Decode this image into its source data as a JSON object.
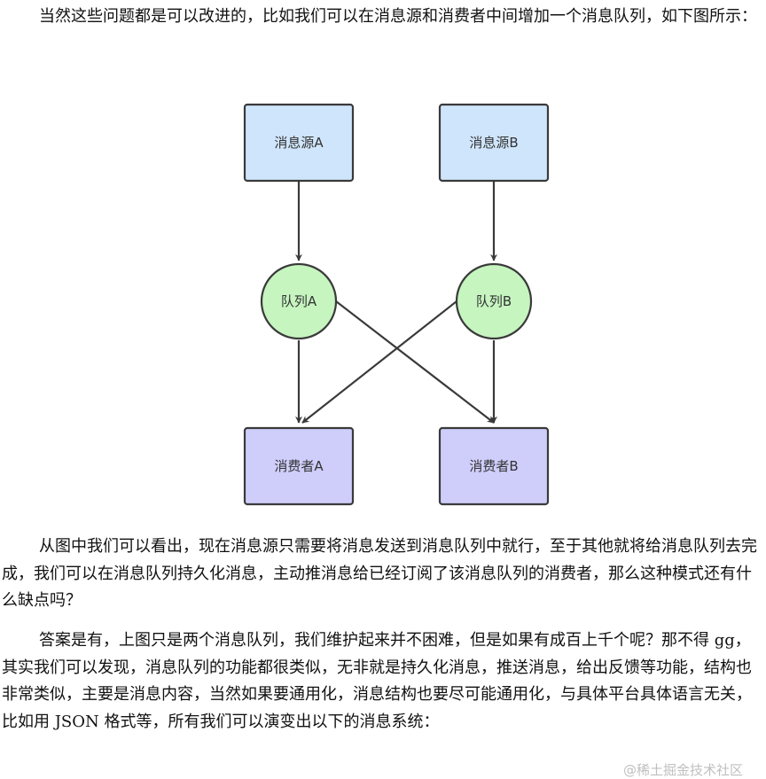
{
  "paragraphs": {
    "p1": "当然这些问题都是可以改进的，比如我们可以在消息源和消费者中间增加一个消息队列，如下图所示：",
    "p2": "从图中我们可以看出，现在消息源只需要将消息发送到消息队列中就行，至于其他就将给消息队列去完成，我们可以在消息队列持久化消息，主动推消息给已经订阅了该消息队列的消费者，那么这种模式还有什么缺点吗？",
    "p3": "答案是有，上图只是两个消息队列，我们维护起来并不困难，但是如果有成百上千个呢？那不得 gg，其实我们可以发现，消息队列的功能都很类似，无非就是持久化消息，推送消息，给出反馈等功能，结构也非常类似，主要是消息内容，当然如果要通用化，消息结构也要尽可能通用化，与具体平台具体语言无关，比如用 JSON 格式等，所有我们可以演变出以下的消息系统："
  },
  "diagram": {
    "source_a": "消息源A",
    "source_b": "消息源B",
    "queue_a": "队列A",
    "queue_b": "队列B",
    "consumer_a": "消费者A",
    "consumer_b": "消费者B",
    "colors": {
      "source_fill": "#cfe5fb",
      "queue_fill": "#c6f5c0",
      "consumer_fill": "#cfcdfa",
      "stroke": "#3a3a3a"
    }
  },
  "watermark": "@稀土掘金技术社区"
}
